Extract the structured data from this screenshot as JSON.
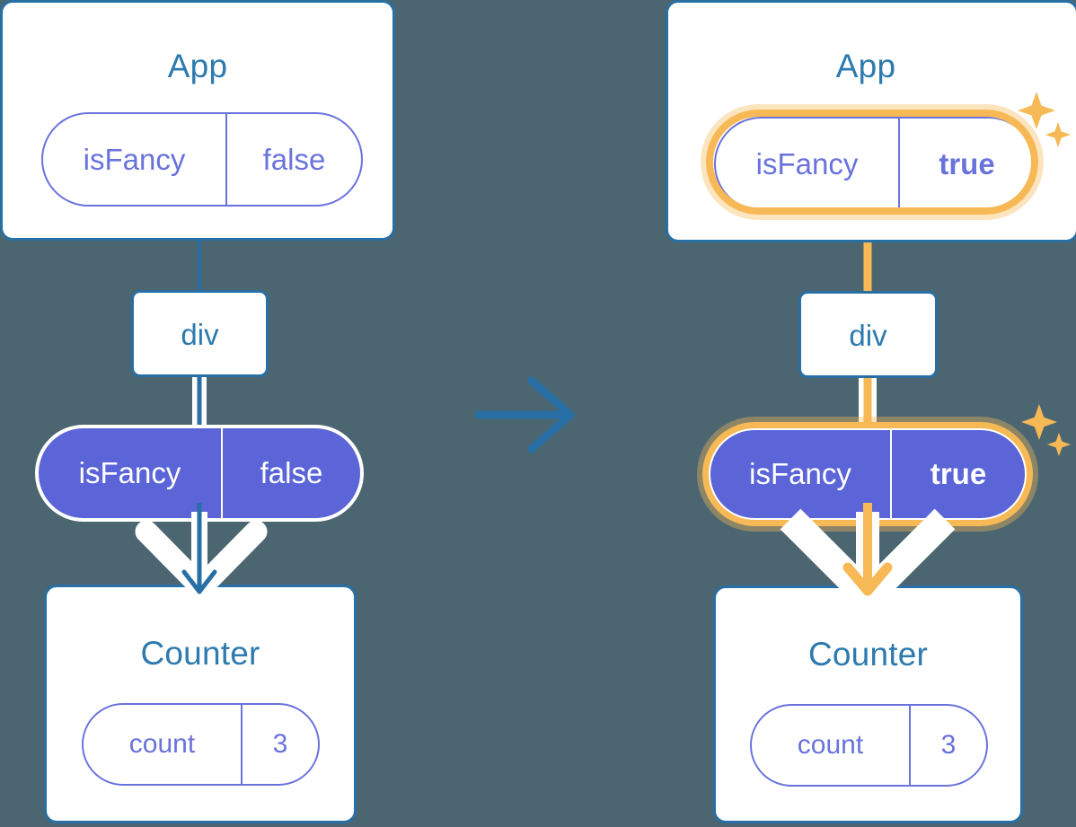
{
  "diagram": {
    "title": "React state propagation: lifting state up (before and after)",
    "type": "component-tree-comparison",
    "background_color": "#4c6671",
    "colors": {
      "box_border": "#276FA4",
      "box_fill": "#ffffff",
      "title_text": "#2C7AAE",
      "pill_purple": "#5B65D8",
      "pill_outline_border": "#6A73DC",
      "highlight_orange": "#F7B955",
      "highlight_glow": "rgba(247,185,85,0.38)",
      "connector_blue": "#276FA4",
      "connector_white": "#ffffff"
    },
    "panels": [
      {
        "id": "before",
        "state_value": "false",
        "highlighted": false,
        "connector_color": "#276FA4",
        "nodes": [
          {
            "id": "app",
            "name": "app-node",
            "title": "App",
            "pill": {
              "key": "isFancy",
              "value": "false",
              "style": "outline",
              "highlighted": false
            }
          },
          {
            "id": "div",
            "name": "div-node",
            "title": "div",
            "pill": null
          },
          {
            "id": "prop",
            "name": "prop-pill",
            "title": "",
            "pill": {
              "key": "isFancy",
              "value": "false",
              "style": "solid",
              "highlighted": false
            }
          },
          {
            "id": "counter",
            "name": "counter-node",
            "title": "Counter",
            "pill": {
              "key": "count",
              "value": "3",
              "style": "outline",
              "highlighted": false
            }
          }
        ]
      },
      {
        "id": "after",
        "state_value": "true",
        "highlighted": true,
        "connector_color": "#F7B955",
        "nodes": [
          {
            "id": "app",
            "name": "app-node",
            "title": "App",
            "pill": {
              "key": "isFancy",
              "value": "true",
              "style": "outline",
              "highlighted": true
            }
          },
          {
            "id": "div",
            "name": "div-node",
            "title": "div",
            "pill": null
          },
          {
            "id": "prop",
            "name": "prop-pill",
            "title": "",
            "pill": {
              "key": "isFancy",
              "value": "true",
              "style": "solid",
              "highlighted": true
            }
          },
          {
            "id": "counter",
            "name": "counter-node",
            "title": "Counter",
            "pill": {
              "key": "count",
              "value": "3",
              "style": "outline",
              "highlighted": false
            }
          }
        ]
      }
    ],
    "transition_arrow": {
      "name": "transition-arrow-icon",
      "direction": "right",
      "color": "#276FA4"
    },
    "sparkle_groups": [
      {
        "name": "sparkle-icon-app-state",
        "color": "#F7B955"
      },
      {
        "name": "sparkle-icon-prop-state",
        "color": "#F7B955"
      }
    ]
  },
  "left": {
    "app_title": "App",
    "app_pill_key": "isFancy",
    "app_pill_value": "false",
    "div_label": "div",
    "prop_pill_key": "isFancy",
    "prop_pill_value": "false",
    "counter_title": "Counter",
    "counter_pill_key": "count",
    "counter_pill_value": "3"
  },
  "right": {
    "app_title": "App",
    "app_pill_key": "isFancy",
    "app_pill_value": "true",
    "div_label": "div",
    "prop_pill_key": "isFancy",
    "prop_pill_value": "true",
    "counter_title": "Counter",
    "counter_pill_key": "count",
    "counter_pill_value": "3"
  }
}
